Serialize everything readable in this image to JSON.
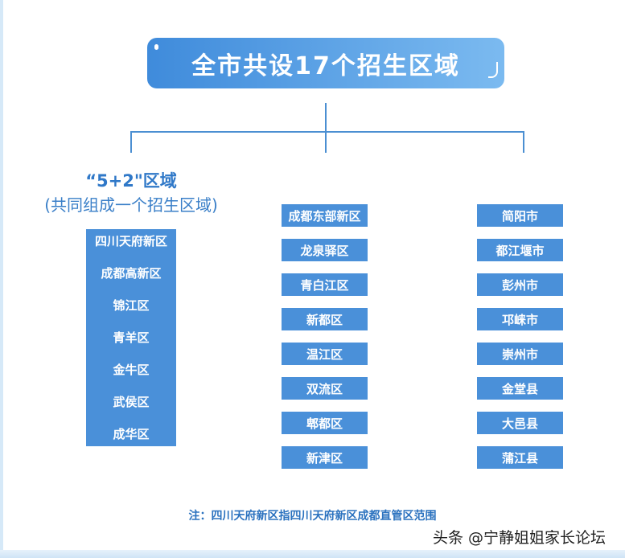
{
  "title": "全市共设17个招生区域",
  "left_group": {
    "title": "“5+2\"区域",
    "subtitle": "(共同组成一个招生区域)",
    "items": [
      "四川天府新区",
      "成都高新区",
      "锦江区",
      "青羊区",
      "金牛区",
      "武侯区",
      "成华区"
    ]
  },
  "middle_column": [
    "成都东部新区",
    "龙泉驿区",
    "青白江区",
    "新都区",
    "温江区",
    "双流区",
    "郫都区",
    "新津区"
  ],
  "right_column": [
    "简阳市",
    "都江堰市",
    "彭州市",
    "邛崃市",
    "崇州市",
    "金堂县",
    "大邑县",
    "蒲江县"
  ],
  "note": "注：四川天府新区指四川天府新区成都直管区范围",
  "watermark": "头条 @宁静姐姐家长论坛"
}
